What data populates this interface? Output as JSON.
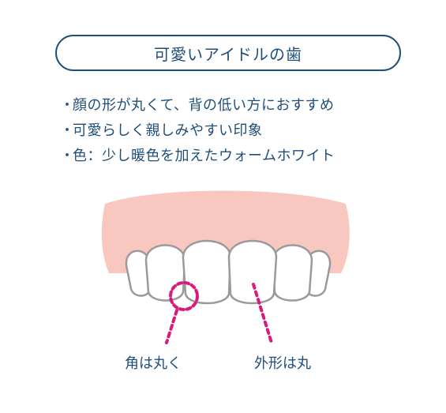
{
  "title": "可愛いアイドルの歯",
  "bullets": [
    "顔の形が丸くて、背の低い方におすすめ",
    "可愛らしく親しみやすい印象",
    "色：少し暖色を加えたウォームホワイト"
  ],
  "bullet_marker": "・",
  "callouts": {
    "corner": "角は丸く",
    "outline": "外形は丸"
  },
  "colors": {
    "text": "#1f4e79",
    "gum": "#f7c7c0",
    "tooth_outline": "#9a9a9a",
    "callout_line": "#d81b7a"
  }
}
